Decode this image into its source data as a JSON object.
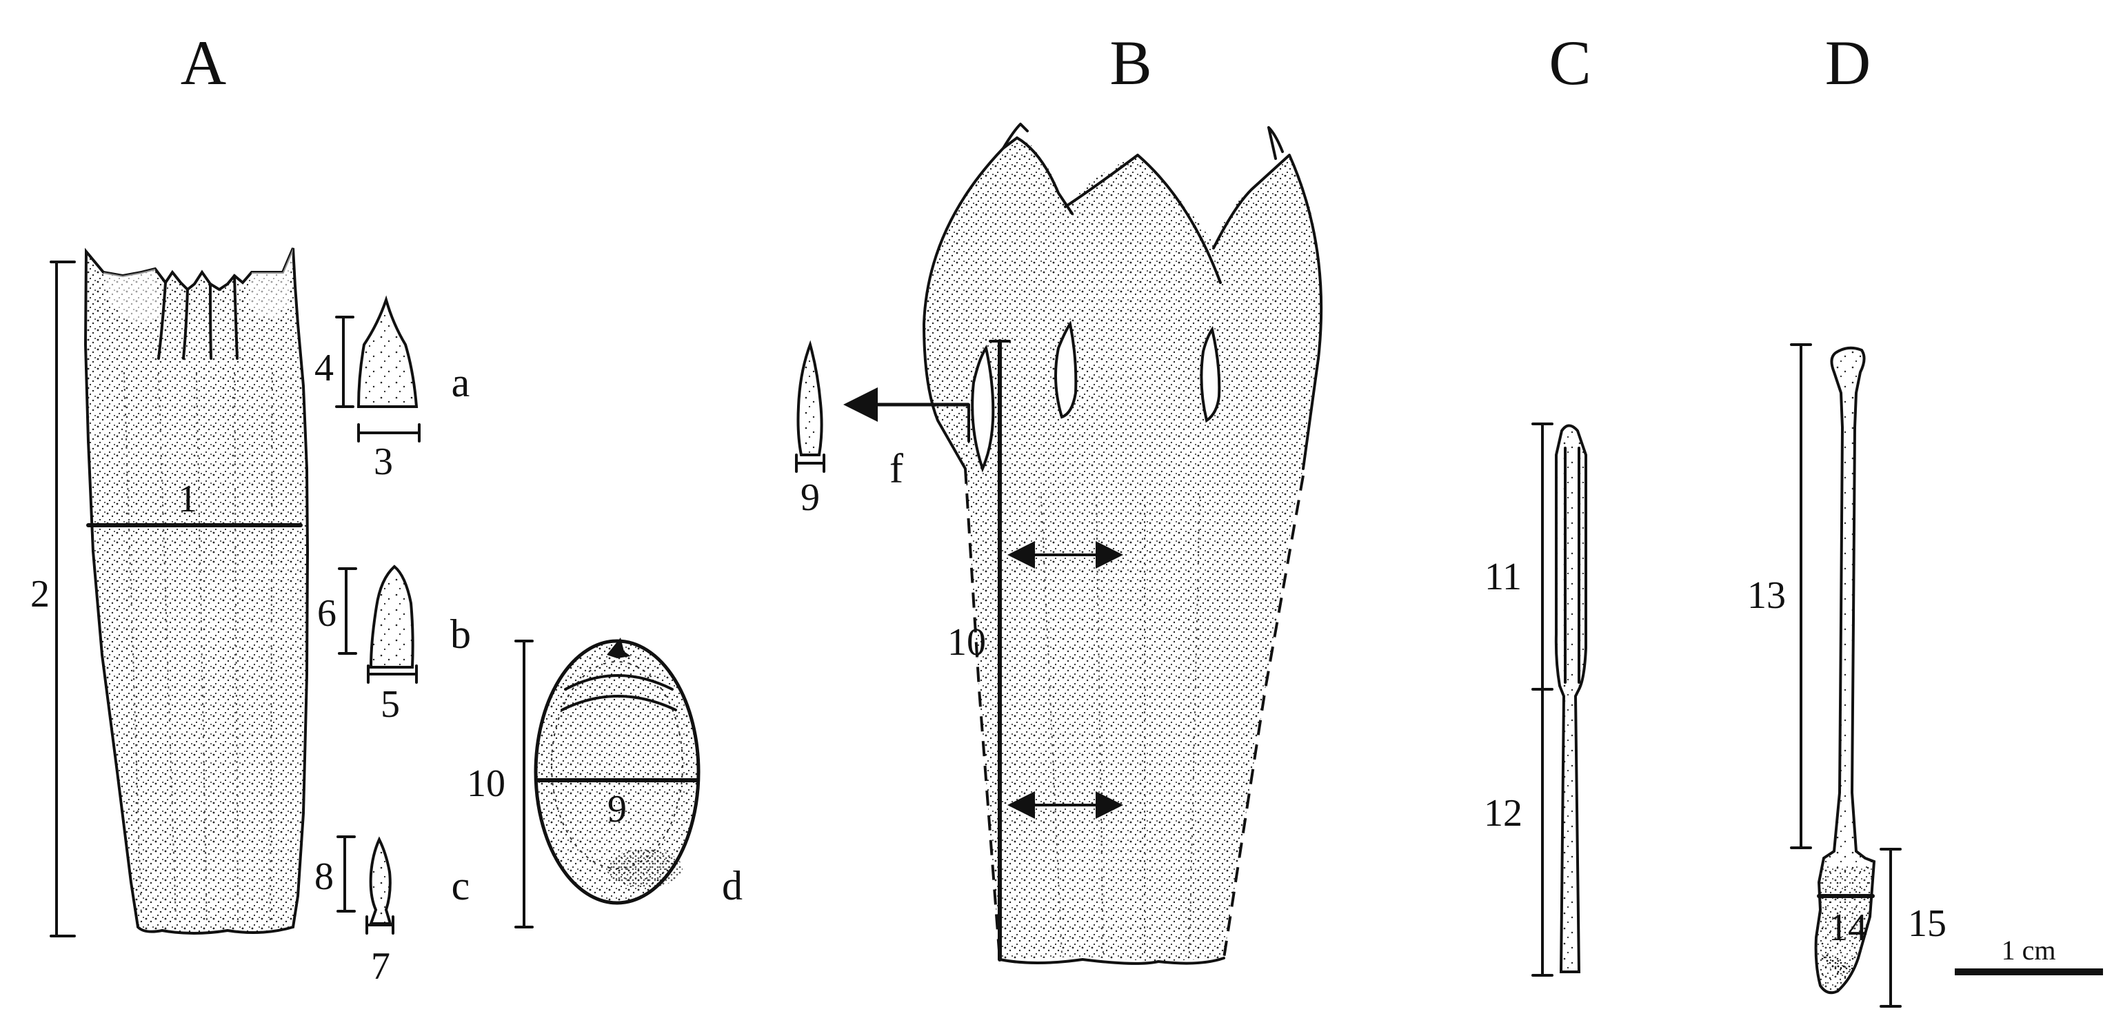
{
  "panels": {
    "A": {
      "letter": "A",
      "measures": {
        "m1": "1",
        "m2": "2",
        "m3": "3",
        "m4": "4",
        "m5": "5",
        "m6": "6",
        "m7": "7",
        "m8": "8",
        "m9": "9",
        "m10": "10"
      },
      "sublabels": {
        "a": "a",
        "b": "b",
        "c": "c",
        "d": "d"
      }
    },
    "B": {
      "letter": "B",
      "measures": {
        "m9": "9",
        "m10": "10"
      },
      "sublabels": {
        "f": "f"
      }
    },
    "C": {
      "letter": "C",
      "measures": {
        "m11": "11",
        "m12": "12"
      }
    },
    "D": {
      "letter": "D",
      "measures": {
        "m13": "13",
        "m14": "14",
        "m15": "15"
      }
    }
  },
  "scale_bar": {
    "label": "1 cm"
  }
}
